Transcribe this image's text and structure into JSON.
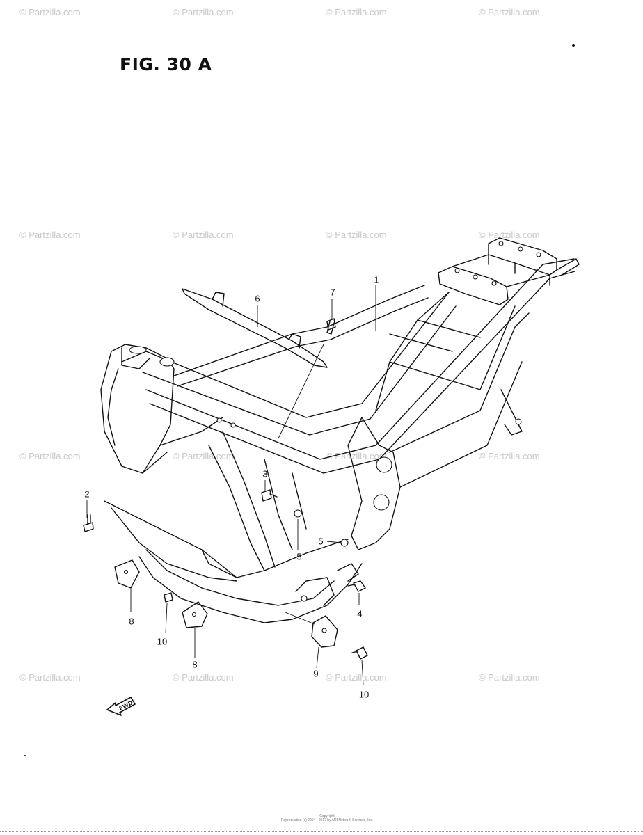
{
  "figure": {
    "title": "FIG. 30 A"
  },
  "watermark": {
    "text": "© Partzilla.com"
  },
  "callouts": [
    {
      "id": "1",
      "label": "1"
    },
    {
      "id": "2",
      "label": "2"
    },
    {
      "id": "3",
      "label": "3"
    },
    {
      "id": "4",
      "label": "4"
    },
    {
      "id": "5a",
      "label": "5"
    },
    {
      "id": "5b",
      "label": "5"
    },
    {
      "id": "6",
      "label": "6"
    },
    {
      "id": "7",
      "label": "7"
    },
    {
      "id": "8a",
      "label": "8"
    },
    {
      "id": "8b",
      "label": "8"
    },
    {
      "id": "9",
      "label": "9"
    },
    {
      "id": "10a",
      "label": "10"
    },
    {
      "id": "10b",
      "label": "10"
    }
  ],
  "fwd": {
    "label": "FWD"
  },
  "copyright": {
    "line1": "Copyright",
    "line2": "Reproduction (c) 2004 - 2017 by ARI Network Services, Inc."
  },
  "icons": [
    "fwd-arrow-icon"
  ]
}
